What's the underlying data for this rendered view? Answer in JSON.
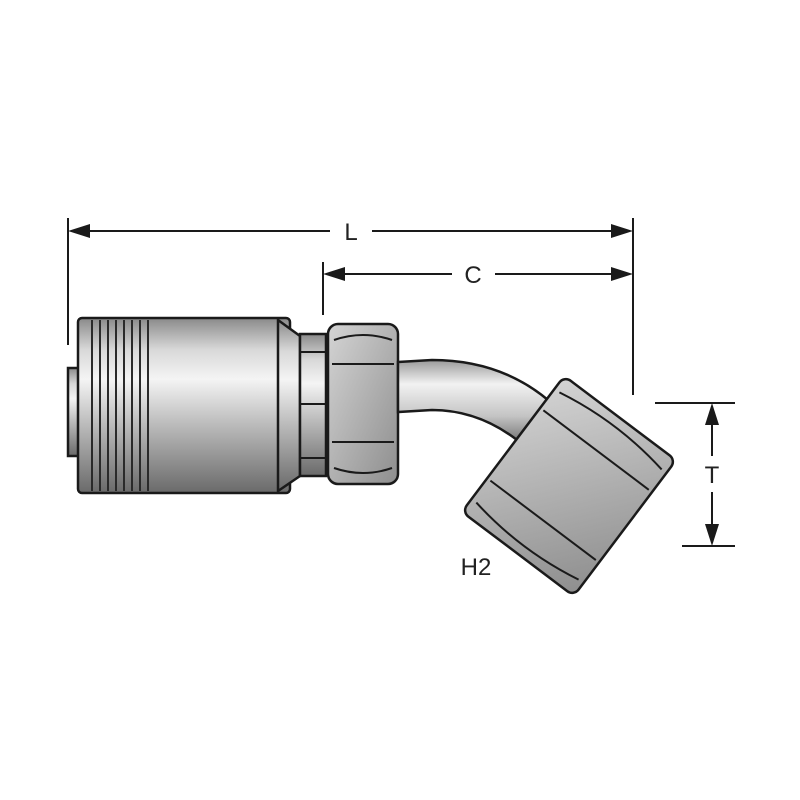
{
  "dimensions": {
    "overall_length_label": "L",
    "center_label": "C",
    "thread_label": "T",
    "hex_label": "H2"
  },
  "colors": {
    "line": "#1a1a1a",
    "metal_light": "#e6e6e6",
    "metal_mid": "#a8a8a8",
    "metal_dark": "#6e6e6e",
    "nut_face": "#b4b4b4",
    "background": "#ffffff"
  }
}
